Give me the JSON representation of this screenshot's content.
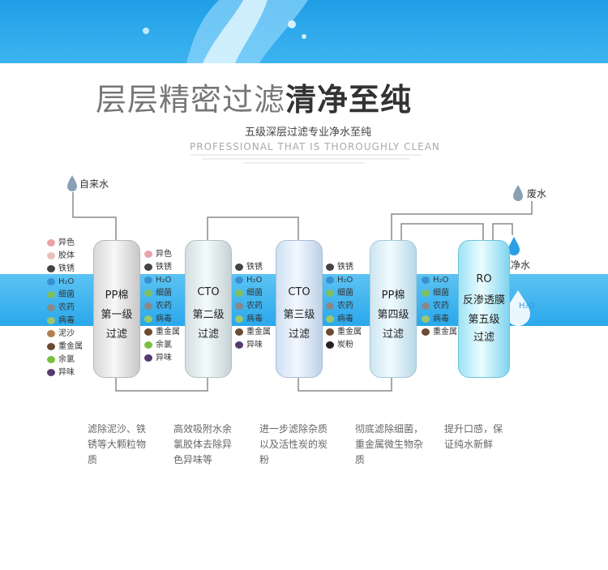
{
  "title": {
    "light": "层层精密过滤",
    "bold": "清净至纯"
  },
  "subtitle": "五级深层过滤专业净水至纯",
  "english": "PROFESSIONAL THAT IS THOROUGHLY CLEAN",
  "inlet_label": "自来水",
  "waste_label": "废水",
  "pure_label": "纯净水",
  "h2o_out": "H₂O",
  "colors": {
    "banner": "#2aa8ec",
    "band": "#36b2ef",
    "drop": "#2a9fe6",
    "pipe": "#8a8a8a"
  },
  "input_lists": [
    [
      "异色",
      "胶体",
      "铁锈",
      "H₂O",
      "细菌",
      "农药",
      "病毒",
      "泥沙",
      "重金属",
      "余氯",
      "异味"
    ],
    [
      "异色",
      "铁锈",
      "H₂O",
      "细菌",
      "农药",
      "病毒",
      "重金属",
      "余氯",
      "异味"
    ],
    [
      "铁锈",
      "H₂O",
      "细菌",
      "农药",
      "病毒",
      "重金属",
      "异味"
    ],
    [
      "铁锈",
      "H₂O",
      "细菌",
      "农药",
      "病毒",
      "重金属",
      "炭粉"
    ],
    [
      "H₂O",
      "细菌",
      "农药",
      "病毒",
      "重金属"
    ]
  ],
  "filters": [
    {
      "name": "PP棉",
      "stage": "第一级",
      "action": "过滤"
    },
    {
      "name": "CTO",
      "stage": "第二级",
      "action": "过滤"
    },
    {
      "name": "CTO",
      "stage": "第三级",
      "action": "过滤"
    },
    {
      "name": "PP棉",
      "stage": "第四级",
      "action": "过滤"
    },
    {
      "name": "RO",
      "stage": "反渗透膜",
      "stage2": "第五级",
      "action": "过滤"
    }
  ],
  "descriptions": [
    [
      "滤除泥沙、铁",
      "锈等大颗粒物",
      "质"
    ],
    [
      "高效吸附水余",
      "氯胶体去除异",
      "色异味等"
    ],
    [
      "进一步滤除杂质",
      "以及活性炭的炭",
      "粉"
    ],
    [
      "彻底滤除细菌，",
      "重金属微生物杂",
      "质"
    ],
    [
      "提升口感，保",
      "证纯水新鲜"
    ]
  ]
}
